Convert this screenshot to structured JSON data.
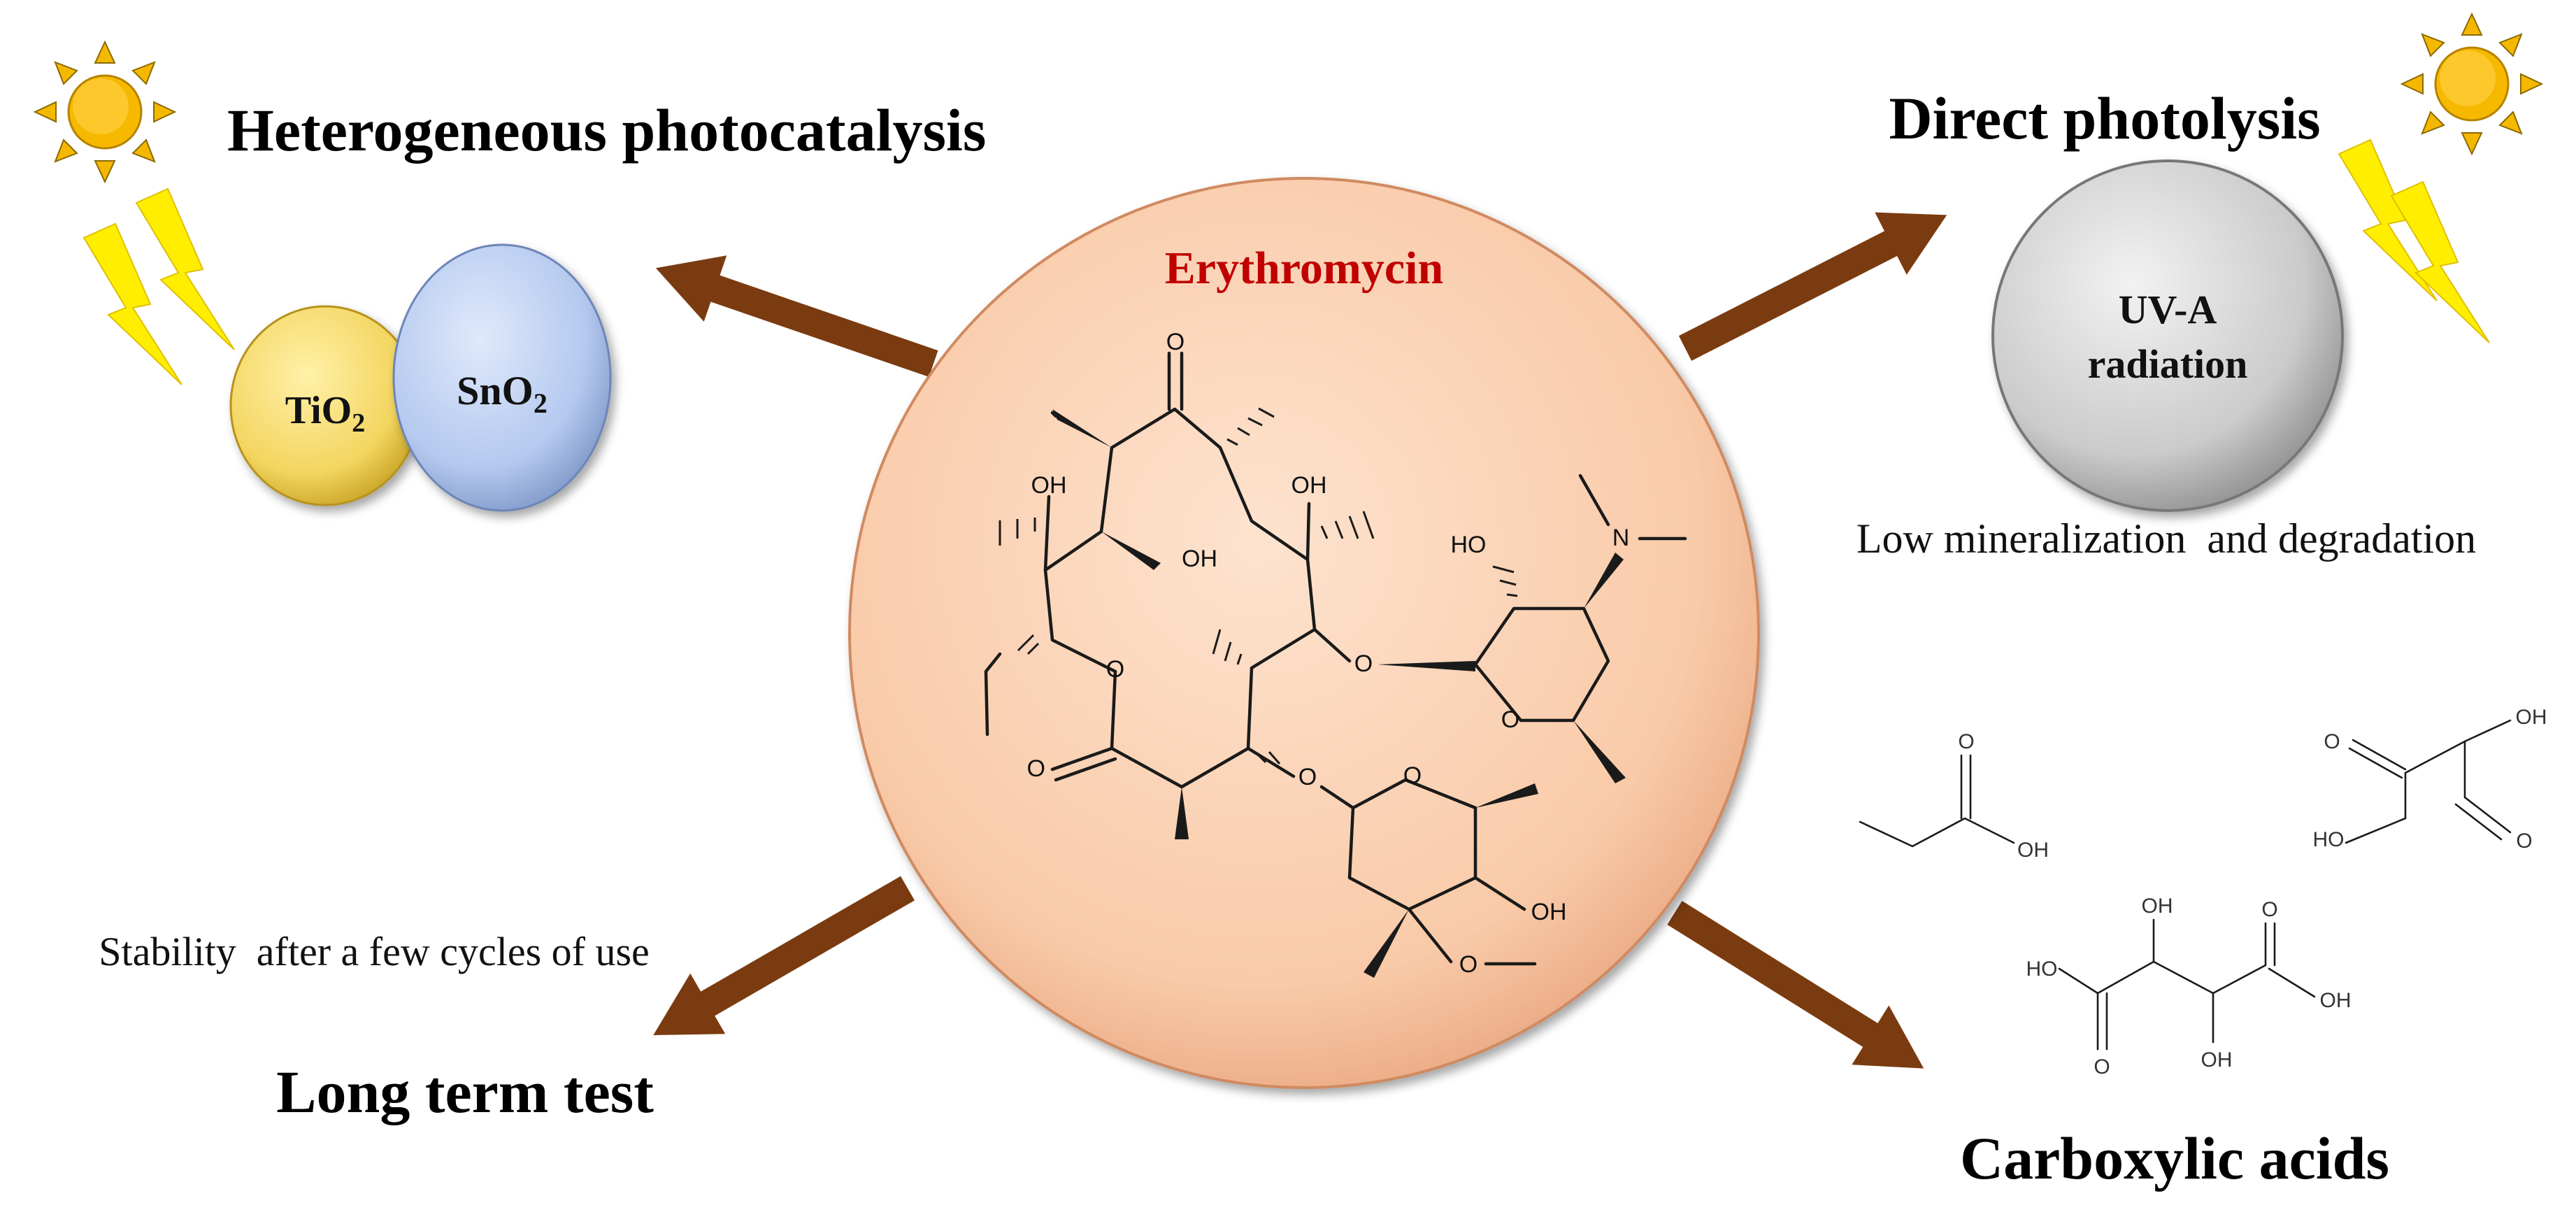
{
  "center": {
    "title": "Erythromycin",
    "title_color": "#c00000",
    "fill_color": "#fbd3b6",
    "atoms": {
      "ketone_O": "O",
      "OH": "OH",
      "ring_O": "O",
      "N": "N",
      "HO": "HO"
    }
  },
  "photocatalysis": {
    "title": "Heterogeneous photocatalysis",
    "tio2_main": "TiO",
    "tio2_sub": "2",
    "sno2_main": "SnO",
    "sno2_sub": "2",
    "tio2_color": "#f4d66a",
    "sno2_color": "#b9cdf0"
  },
  "photolysis": {
    "title": "Direct photolysis",
    "sphere_line1": "UV-A",
    "sphere_line2": "radiation",
    "note": "Low mineralization  and degradation",
    "sphere_color": "#cfcfcf"
  },
  "long_term": {
    "title": "Long term test",
    "note": "Stability  after a few cycles of use"
  },
  "carboxylic": {
    "title": "Carboxylic acids",
    "labels": {
      "O": "O",
      "OH": "OH",
      "HO": "HO"
    }
  },
  "colors": {
    "arrow": "#7a3b10",
    "sun": "#f5b800",
    "bolt": "#ffee00"
  }
}
